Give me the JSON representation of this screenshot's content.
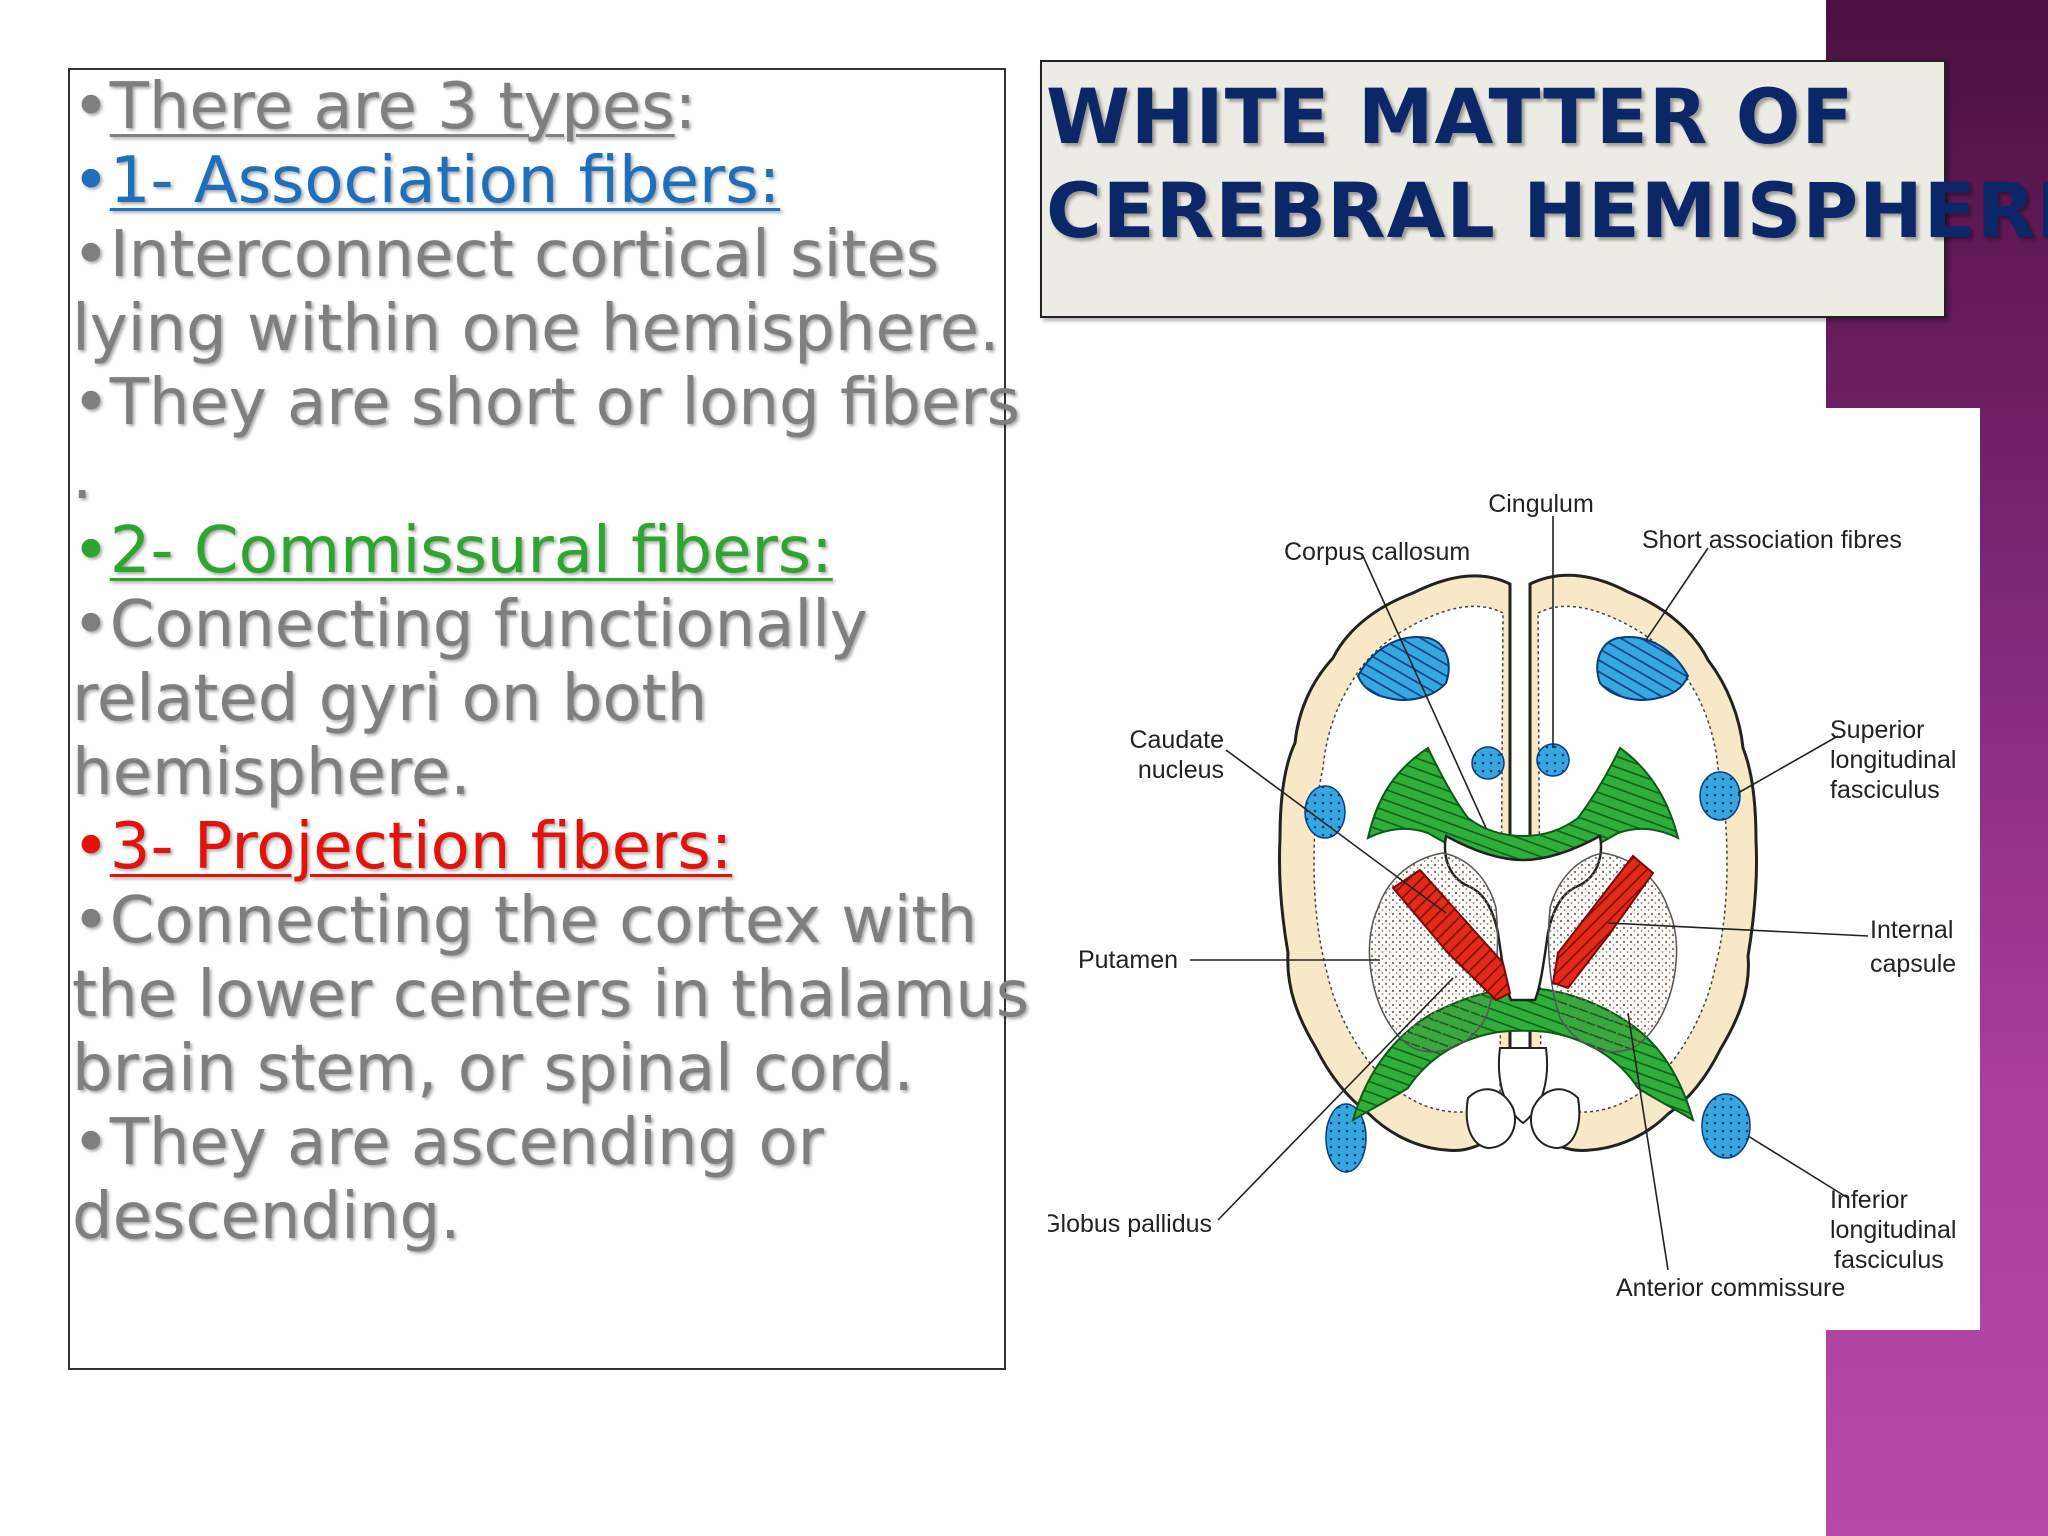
{
  "title": {
    "line1": "WHITE MATTER OF",
    "line2": "CEREBRAL HEMISPHERE"
  },
  "body_text": {
    "types_intro": "There are 3 types",
    "types_colon": ":",
    "assoc_heading": "1- Association fibers:",
    "assoc_desc_1": "•Interconnect cortical sites",
    "assoc_desc_2": "lying within one hemisphere.",
    "assoc_desc_3": "•They are short or long fibers",
    "assoc_desc_4": ".",
    "comm_heading": "2- Commissural fibers:",
    "comm_desc_1": "•Connecting  functionally",
    "comm_desc_2": "related gyri on both",
    "comm_desc_3": "hemisphere.",
    "proj_heading": "3- Projection fibers:",
    "proj_desc_1": "•Connecting the cortex with",
    "proj_desc_2": "the lower centers in thalamus",
    "proj_desc_3": "brain stem, or spinal cord.",
    "proj_desc_4": "•They are ascending or",
    "proj_desc_5": "descending.",
    "bullet": "•"
  },
  "diagram_labels": {
    "cingulum": "Cingulum",
    "corpus_callosum": "Corpus callosum",
    "short_association": "Short association fibres",
    "caudate_1": "Caudate",
    "caudate_2": "nucleus",
    "superior_1": "Superior",
    "superior_2": "longitudinal",
    "superior_3": "fasciculus",
    "putamen": "Putamen",
    "internal_1": "Internal",
    "internal_2": "capsule",
    "globus": "Globus pallidus",
    "inferior_1": "Inferior",
    "inferior_2": "longitudinal",
    "inferior_3": "fasciculus",
    "anterior": "Anterior commissure"
  },
  "colors": {
    "title_text": "#0c2768",
    "association": "#1f6fba",
    "commissural": "#2ea52e",
    "projection": "#e3120b",
    "body_text": "#7f7f7f",
    "accent_bar": "#a93d9c"
  }
}
